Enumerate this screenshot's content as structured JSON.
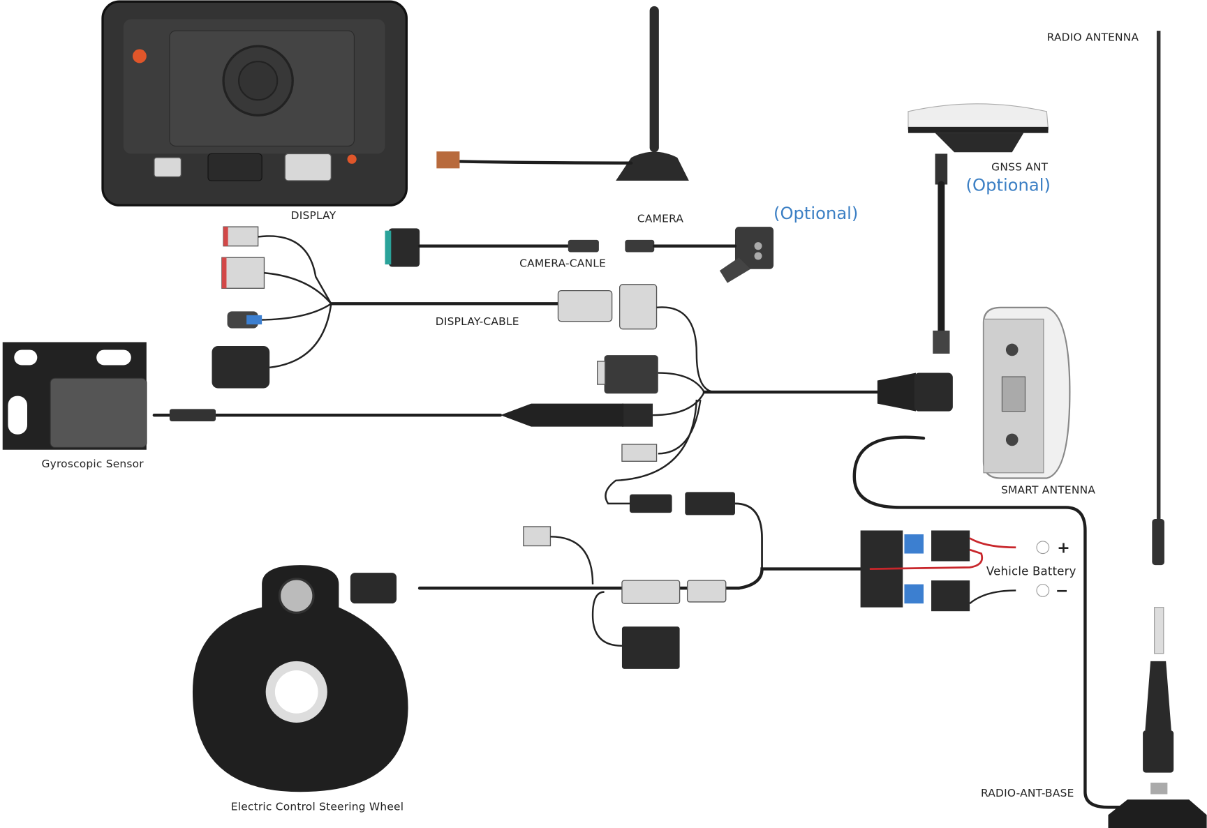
{
  "labels": {
    "display": "DISPLAY",
    "camera": "CAMERA",
    "camera_optional": "(Optional)",
    "camera_cable": "CAMERA-CANLE",
    "display_cable": "DISPLAY-CABLE",
    "radio_antenna": "RADIO ANTENNA",
    "gnss_ant": "GNSS ANT",
    "gnss_optional": "(Optional)",
    "smart_antenna": "SMART ANTENNA",
    "gyroscopic_sensor": "Gyroscopic Sensor",
    "vehicle_battery": "Vehicle Battery",
    "battery_plus": "+",
    "battery_minus": "−",
    "radio_ant_base": "RADIO-ANT-BASE",
    "steering_wheel": "Electric Control Steering Wheel"
  },
  "colors": {
    "optional_text": "#3b7fc4",
    "positive_wire": "#c8262b",
    "connector_blue": "#3c7fd0",
    "device_body": "#2b2b2b"
  }
}
